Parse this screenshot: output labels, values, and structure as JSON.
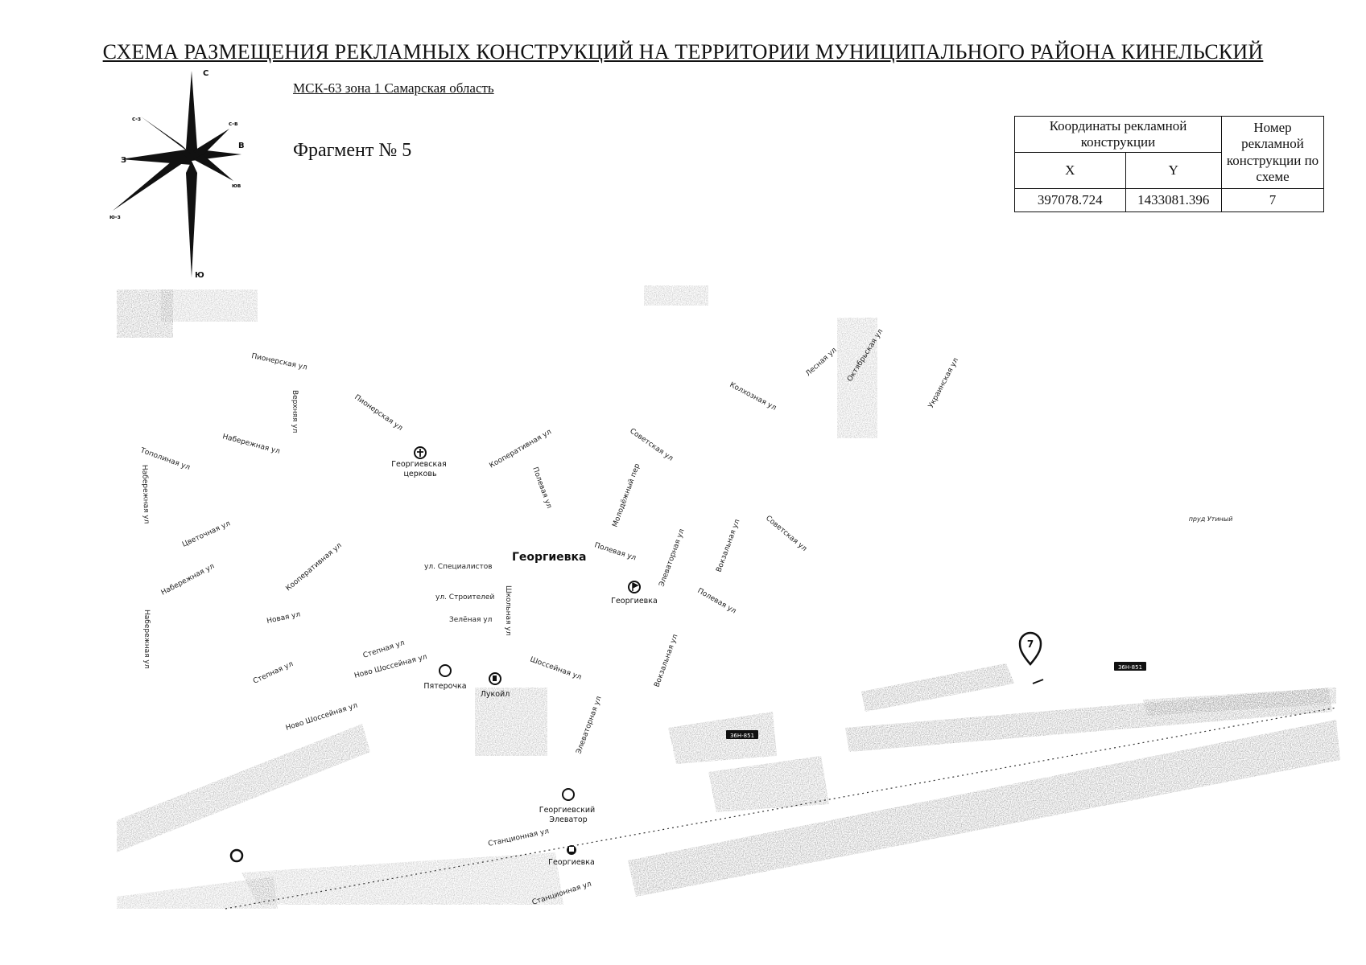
{
  "header": {
    "title": "СХЕМА РАЗМЕЩЕНИЯ РЕКЛАМНЫХ КОНСТРУКЦИЙ НА ТЕРРИТОРИИ МУНИЦИПАЛЬНОГО РАЙОНА КИНЕЛЬСКИЙ",
    "subtitle": "МСК-63 зона 1 Самарская область",
    "fragment": "Фрагмент № 5"
  },
  "compass": {
    "n": "С",
    "s": "Ю",
    "e": "В",
    "w": "З",
    "nw": "с-з",
    "ne": "с-в",
    "se": "юв",
    "sw": "ю-з"
  },
  "table": {
    "header_coords": "Координаты рекламной конструкции",
    "header_number": "Номер рекламной конструкции по схеме",
    "col_x": "X",
    "col_y": "Y",
    "row": {
      "x": "397078.724",
      "y": "1433081.396",
      "number": "7"
    }
  },
  "map": {
    "place_name": "Георгиевка",
    "marker_number": "7",
    "road_badge": "36Н-851",
    "pond": "пруд Утиный",
    "pois": {
      "church": "Георгиевская церковь",
      "station_flag": "Георгиевка",
      "pyaterochka": "Пятерочка",
      "lukoil": "Лукойл",
      "elevator": "Георгиевский Элеватор",
      "railway_station": "Георгиевка"
    },
    "streets": [
      "Пионерская ул",
      "Верхняя ул",
      "Пионерская ул",
      "Набережная ул",
      "Тополиная ул",
      "Набережная ул",
      "Цветочная ул",
      "Набережная ул",
      "Набережная ул",
      "Кооперативная ул",
      "Новая ул",
      "Степная ул",
      "Степная ул",
      "Ново Шоссейная ул",
      "Ново Шоссейная ул",
      "Кооперативная ул",
      "Полевая ул",
      "ул. Специалистов",
      "ул. Строителей",
      "Зелёная ул",
      "Школьная ул",
      "Шоссейная ул",
      "Элеваторная ул",
      "Советская ул",
      "Молодёжный пер",
      "Полевая ул",
      "Элеваторная ул",
      "Вокзальная ул",
      "Советская ул",
      "Полевая ул",
      "Вокзальная ул",
      "Колхозная ул",
      "Лесная ул",
      "Октябрьская ул",
      "Украинская ул",
      "Станционная ул",
      "Станционная ул"
    ]
  }
}
